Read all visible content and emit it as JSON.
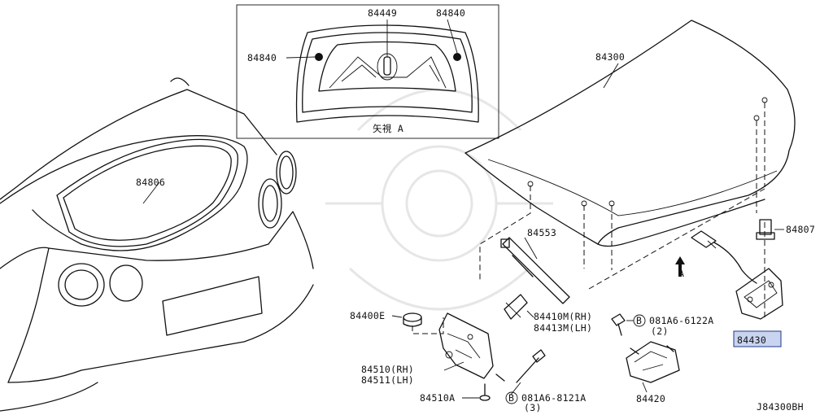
{
  "diagram": {
    "parts": {
      "p84449": "84449",
      "p84840_right": "84840",
      "p84840_left": "84840",
      "inset_caption": "矢視 A",
      "p84300": "84300",
      "p84806": "84806",
      "p84553": "84553",
      "p84807": "84807",
      "arrow_label": "A",
      "p84400E": "84400E",
      "p84410M": "84410M(RH)",
      "p84413M": "84413M(LH)",
      "bolt_upper_code": "081A6-6122A",
      "bolt_upper_qty": "(2)",
      "bolt_bubble": "B",
      "p84430": "84430",
      "p84510": "84510(RH)",
      "p84511": "84511(LH)",
      "p84420": "84420",
      "p84510A": "84510A",
      "bolt_lower_code": "081A6-8121A",
      "bolt_lower_qty": "(3)",
      "drawing_number": "J84300BH"
    },
    "colors": {
      "line": "#111111",
      "highlight_fill": "#c9d4f0",
      "highlight_stroke": "#1f3a8a"
    }
  }
}
